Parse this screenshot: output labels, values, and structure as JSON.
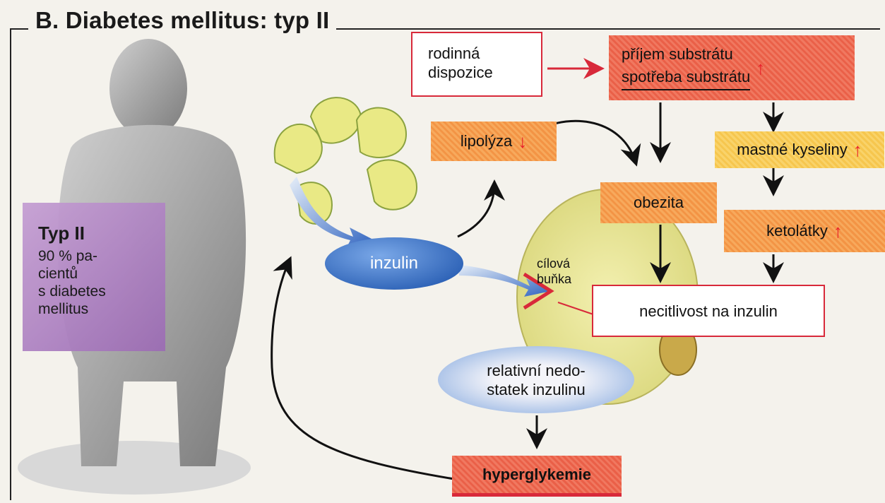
{
  "title": "B. Diabetes mellitus: typ II",
  "type_box": {
    "heading": "Typ II",
    "lines": [
      "90 % pa-",
      "cientů",
      "s diabetes",
      "mellitus"
    ]
  },
  "nodes": {
    "family": [
      "rodinná",
      "dispozice"
    ],
    "intake": "příjem substrátu",
    "consumption": "spotřeba substrátu",
    "lipolysis": "lipolýza",
    "fatty_acids": "mastné kyseliny",
    "obesity": "obezita",
    "ketones": "ketolátky",
    "insulin": "inzulin",
    "target_cell": [
      "cílová",
      "buňka"
    ],
    "insensitivity": "necitlivost na inzulin",
    "relative_deficit": [
      "relativní nedo-",
      "statek inzulinu"
    ],
    "hyperglycemia": "hyperglykemie"
  },
  "indicators": {
    "up": "↑",
    "down": "↓"
  },
  "colors": {
    "accent_red": "#d8293a",
    "insulin_blue": "#1f57b0",
    "purple": "#9c6db4",
    "cell_yellow": "#e8e38a"
  }
}
